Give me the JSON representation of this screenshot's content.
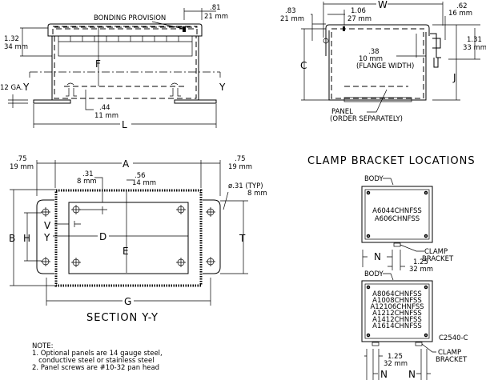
{
  "front_view": {
    "bonding": "BONDING PROVISION",
    "dim_081_in": ".81",
    "dim_081_mm": "21 mm",
    "dim_132_in": "1.32",
    "dim_132_mm": "34 mm",
    "label_f": "F",
    "gauge": "12 GA.",
    "section_y_left": "Y",
    "section_y_right": "Y",
    "dim_044_in": ".44",
    "dim_044_mm": "11 mm",
    "label_l": "L"
  },
  "side_view": {
    "label_w": "W",
    "dim_083_in": ".83",
    "dim_083_mm": "21 mm",
    "dim_106_in": "1.06",
    "dim_106_mm": "27 mm",
    "dim_062_in": ".62",
    "dim_062_mm": "16 mm",
    "dim_131_in": "1.31",
    "dim_131_mm": "33 mm",
    "dim_038_in": ".38",
    "dim_038_mm": "10 mm",
    "flange_width": "(FLANGE WIDTH)",
    "label_c": "C",
    "label_j": "J",
    "panel": "PANEL",
    "panel_note": "(ORDER SEPARATELY)"
  },
  "section": {
    "dim_075_left_in": ".75",
    "dim_075_left_mm": "19 mm",
    "dim_075_right_in": ".75",
    "dim_075_right_mm": "19 mm",
    "label_a": "A",
    "dim_031_in": ".31",
    "dim_031_mm": "8 mm",
    "dim_056_in": ".56",
    "dim_056_mm": "14 mm",
    "hole_in": "ø.31 (TYP)",
    "hole_mm": "8 mm",
    "label_b": "B",
    "label_h": "H",
    "label_v": "V",
    "label_y": "Y",
    "label_d": "D",
    "label_e": "E",
    "label_t": "T",
    "label_g": "G",
    "title": "SECTION Y-Y"
  },
  "notes": {
    "heading": "NOTE:",
    "lines": [
      "1. Optional panels are 14 gauge steel,",
      "   conductive steel or stainless steel",
      "2. Panel screws are #10-32 pan head"
    ]
  },
  "clamp": {
    "title": "CLAMP BRACKET LOCATIONS",
    "body1": "BODY",
    "models1": [
      "A6044CHNFSS",
      "A606CHNFSS"
    ],
    "n1": "N",
    "dim1_in": "1.25",
    "dim1_mm": "32 mm",
    "bracket1_a": "CLAMP",
    "bracket1_b": "BRACKET",
    "body2": "BODY",
    "models2": [
      "A8064CHNFSS",
      "A1008CHNFSS",
      "A12106CHNFSS",
      "A1212CHNFSS",
      "A1412CHNFSS",
      "A1614CHNFSS"
    ],
    "drawing_no": "C2540-C",
    "dim2_in": "1.25",
    "dim2_mm": "32 mm",
    "n2a": "N",
    "n2b": "N",
    "bracket2_a": "CLAMP",
    "bracket2_b": "BRACKET"
  }
}
